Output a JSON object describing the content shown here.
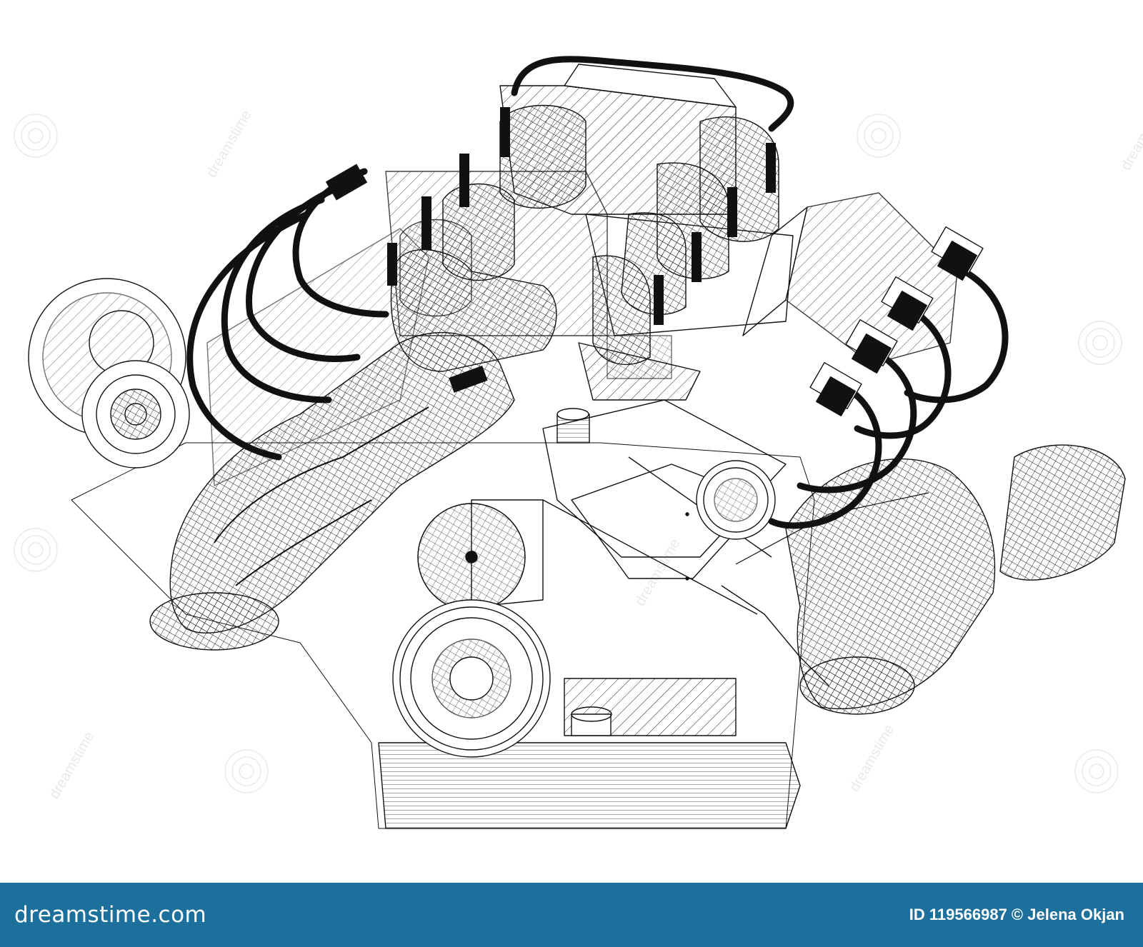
{
  "watermark": {
    "text": "dreamstime"
  },
  "footer": {
    "brand": "dreamstime.com",
    "credit": "ID 119566987 © Jelena Okjan"
  },
  "colors": {
    "footer_bg": "#1d6f9c",
    "line": "#111111",
    "background": "#ffffff"
  },
  "icons": [
    "dreamstime-spiral-watermark-icon",
    "ignition-coil-icon",
    "pulley-icon",
    "manifold-icon"
  ]
}
